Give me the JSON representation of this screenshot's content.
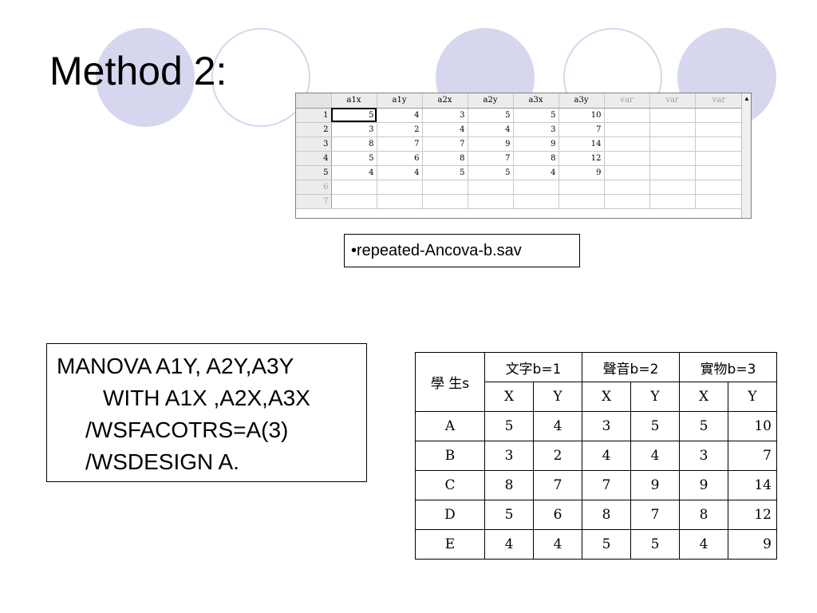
{
  "slide": {
    "title": "Method 2:",
    "file_label": "•repeated-Ancova-b.sav",
    "code_lines": [
      "MANOVA A1Y, A2Y,A3Y",
      "WITH A1X ,A2X,A3X",
      "/WSFACOTRS=A(3)",
      "/WSDESIGN A."
    ]
  },
  "spss": {
    "columns": [
      "a1x",
      "a1y",
      "a2x",
      "a2y",
      "a3x",
      "a3y",
      "var",
      "var",
      "var"
    ],
    "row_numbers": [
      "1",
      "2",
      "3",
      "4",
      "5",
      "6",
      "7"
    ],
    "rows": [
      [
        "5",
        "4",
        "3",
        "5",
        "5",
        "10"
      ],
      [
        "3",
        "2",
        "4",
        "4",
        "3",
        "7"
      ],
      [
        "8",
        "7",
        "7",
        "9",
        "9",
        "14"
      ],
      [
        "5",
        "6",
        "8",
        "7",
        "8",
        "12"
      ],
      [
        "4",
        "4",
        "5",
        "5",
        "4",
        "9"
      ]
    ],
    "scroll_up_glyph": "▲"
  },
  "table": {
    "corner": "學 生s",
    "groups": [
      "文字b=1",
      "聲音b=2",
      "實物b=3"
    ],
    "subheaders": [
      "X",
      "Y",
      "X",
      "Y",
      "X",
      "Y"
    ],
    "rows": [
      {
        "label": "A",
        "values": [
          "5",
          "4",
          "3",
          "5",
          "5",
          "10"
        ]
      },
      {
        "label": "B",
        "values": [
          "3",
          "2",
          "4",
          "4",
          "3",
          "7"
        ]
      },
      {
        "label": "C",
        "values": [
          "8",
          "7",
          "7",
          "9",
          "9",
          "14"
        ]
      },
      {
        "label": "D",
        "values": [
          "5",
          "6",
          "8",
          "7",
          "8",
          "12"
        ]
      },
      {
        "label": "E",
        "values": [
          "4",
          "4",
          "5",
          "5",
          "4",
          "9"
        ]
      }
    ]
  },
  "colors": {
    "circle": "#d6d6ee"
  }
}
